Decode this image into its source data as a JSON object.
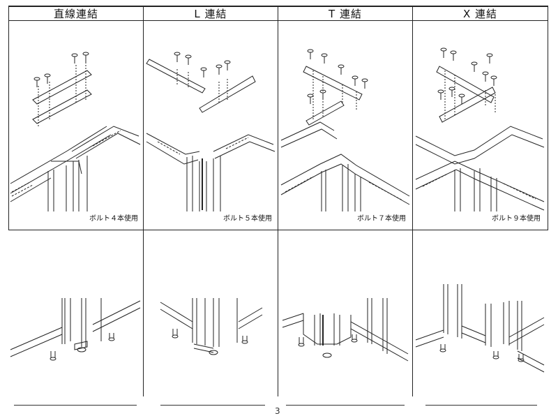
{
  "columns": [
    {
      "id": "straight",
      "title": "直線連結",
      "bolt_note": "ボルト４本使用"
    },
    {
      "id": "l",
      "title": "L 連結",
      "bolt_note": "ボルト５本使用"
    },
    {
      "id": "t",
      "title": "T 連結",
      "bolt_note": "ボルト７本使用"
    },
    {
      "id": "x",
      "title": "X 連結",
      "bolt_note": "ボルト９本使用"
    }
  ],
  "page_number": "3"
}
